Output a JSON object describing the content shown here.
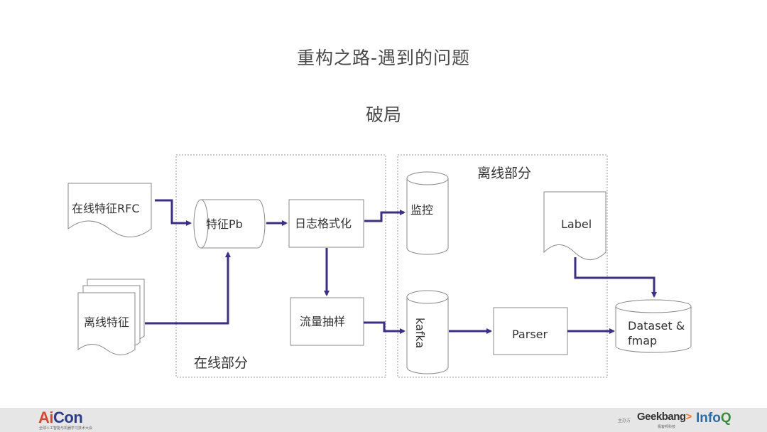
{
  "slide": {
    "title": "重构之路-遇到的问题",
    "subtitle": "破局"
  },
  "diagram": {
    "groups": {
      "online": "在线部分",
      "offline": "离线部分"
    },
    "nodes": {
      "online_rfc": "在线特征RFC",
      "offline_feature": "离线特征",
      "feature_pb": "特征Pb",
      "log_format": "日志格式化",
      "traffic_sample": "流量抽样",
      "monitor": "监控",
      "kafka": "kafka",
      "label": "Label",
      "parser": "Parser",
      "dataset_line1": "Dataset &",
      "dataset_line2": "fmap"
    },
    "colors": {
      "arrow": "#3b2e8a",
      "shape_stroke": "#888888",
      "group_border": "#999999"
    }
  },
  "footer": {
    "logo_main": "Con",
    "logo_prefix": "Ai",
    "logo_sub": "全球人工智能与机器学习技术大会",
    "sponsor_label": "主办方",
    "geekbang_text": "Geekbang",
    "geekbang_suffix": ">",
    "geekbang_sub": "极客邦科技",
    "infoq_main": "Info",
    "infoq_q": "Q"
  }
}
